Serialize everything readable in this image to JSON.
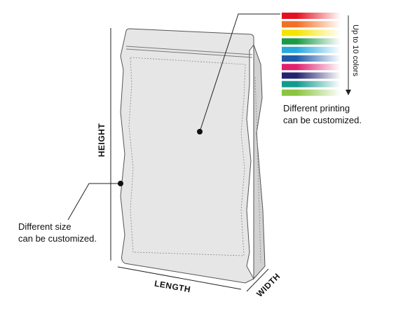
{
  "labels": {
    "height": "HEIGHT",
    "length": "LENGTH",
    "width": "WIDTH",
    "colors_note": "Up to 10 colors",
    "printing_line1": "Different printing",
    "printing_line2": "can be customized.",
    "size_line1": "Different size",
    "size_line2": "can be customized."
  },
  "color_swatches": [
    {
      "name": "red",
      "color": "#e5101f"
    },
    {
      "name": "orange",
      "color": "#f36f21"
    },
    {
      "name": "yellow",
      "color": "#f5e400"
    },
    {
      "name": "green",
      "color": "#1a9a46"
    },
    {
      "name": "cyan",
      "color": "#27a8e0"
    },
    {
      "name": "blue",
      "color": "#1f5aa8"
    },
    {
      "name": "magenta",
      "color": "#e2206f"
    },
    {
      "name": "navy",
      "color": "#23236f"
    },
    {
      "name": "teal",
      "color": "#129a8e"
    },
    {
      "name": "lime",
      "color": "#8bc53f"
    }
  ],
  "colors": {
    "bag_front": "#e6e6e6",
    "bag_side": "#cfcfcf",
    "outline": "#555555"
  }
}
